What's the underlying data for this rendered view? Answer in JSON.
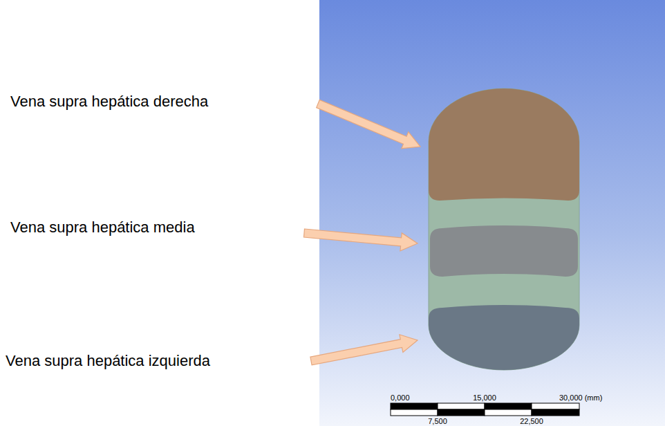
{
  "diagram": {
    "labels": [
      "Vena supra hepática derecha",
      "Vena supra hepática media",
      "Vena supra hepática izquierda",
      "0,000",
      "15,000",
      "30,000 (mm)",
      "7,500",
      "22,500"
    ]
  }
}
